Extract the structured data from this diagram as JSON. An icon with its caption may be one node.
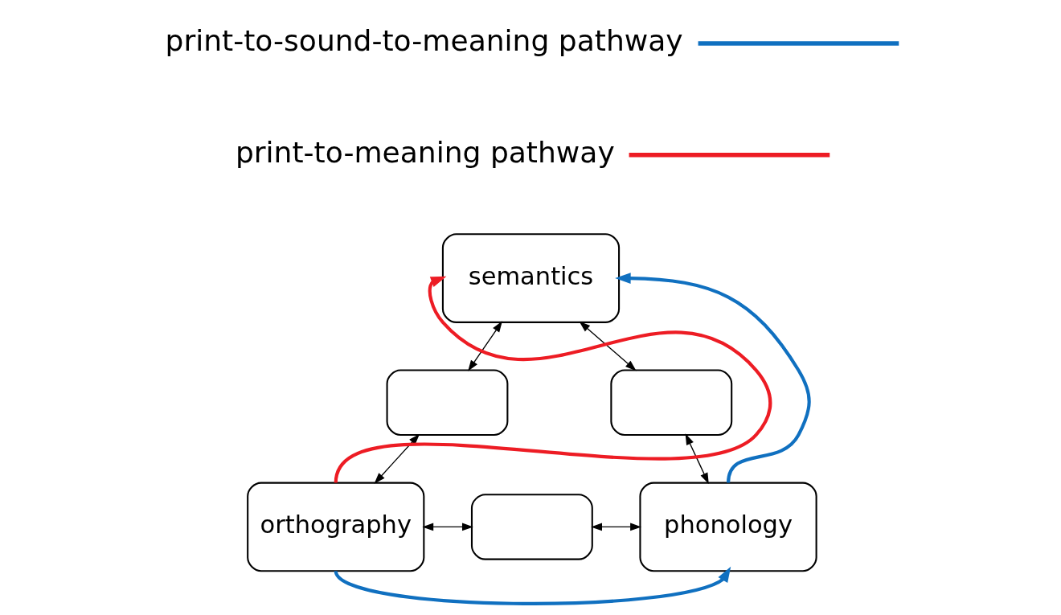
{
  "diagram": {
    "nodes": [
      {
        "text": [
          "semantics"
        ]
      },
      {
        "text": [],
        "shape": "box"
      },
      {
        "text": [],
        "shape": "box"
      },
      {
        "text": [
          "orthography"
        ]
      },
      {
        "text": [],
        "shape": "box"
      },
      {
        "text": [
          "phonology"
        ]
      }
    ],
    "edges": [
      {
        "from": 0,
        "to": 1,
        "arrow": "both"
      },
      {
        "from": 1,
        "to": 3,
        "arrow": "both"
      },
      {
        "from": 0,
        "to": 2,
        "arrow": "both"
      },
      {
        "from": 2,
        "to": 5,
        "arrow": "both"
      },
      {
        "from": 3,
        "to": 4,
        "arrow": "both"
      },
      {
        "from": 4,
        "to": 5,
        "arrow": "both"
      },
      {
        "from": 3,
        "to": 0,
        "arrow": "to",
        "style": "thick",
        "color": "#ed1c24"
      },
      {
        "from": 5,
        "to": 0,
        "arrow": "to",
        "style": "thick",
        "color": "#1070c0"
      },
      {
        "from": 3,
        "to": 5,
        "arrow": "to",
        "style": "thick",
        "color": "#1070c0"
      }
    ],
    "legend": [
      {
        "text": "print-to-sound-to-meaning pathway"
      },
      {
        "text": "print-to-meaning pathway"
      }
    ]
  }
}
